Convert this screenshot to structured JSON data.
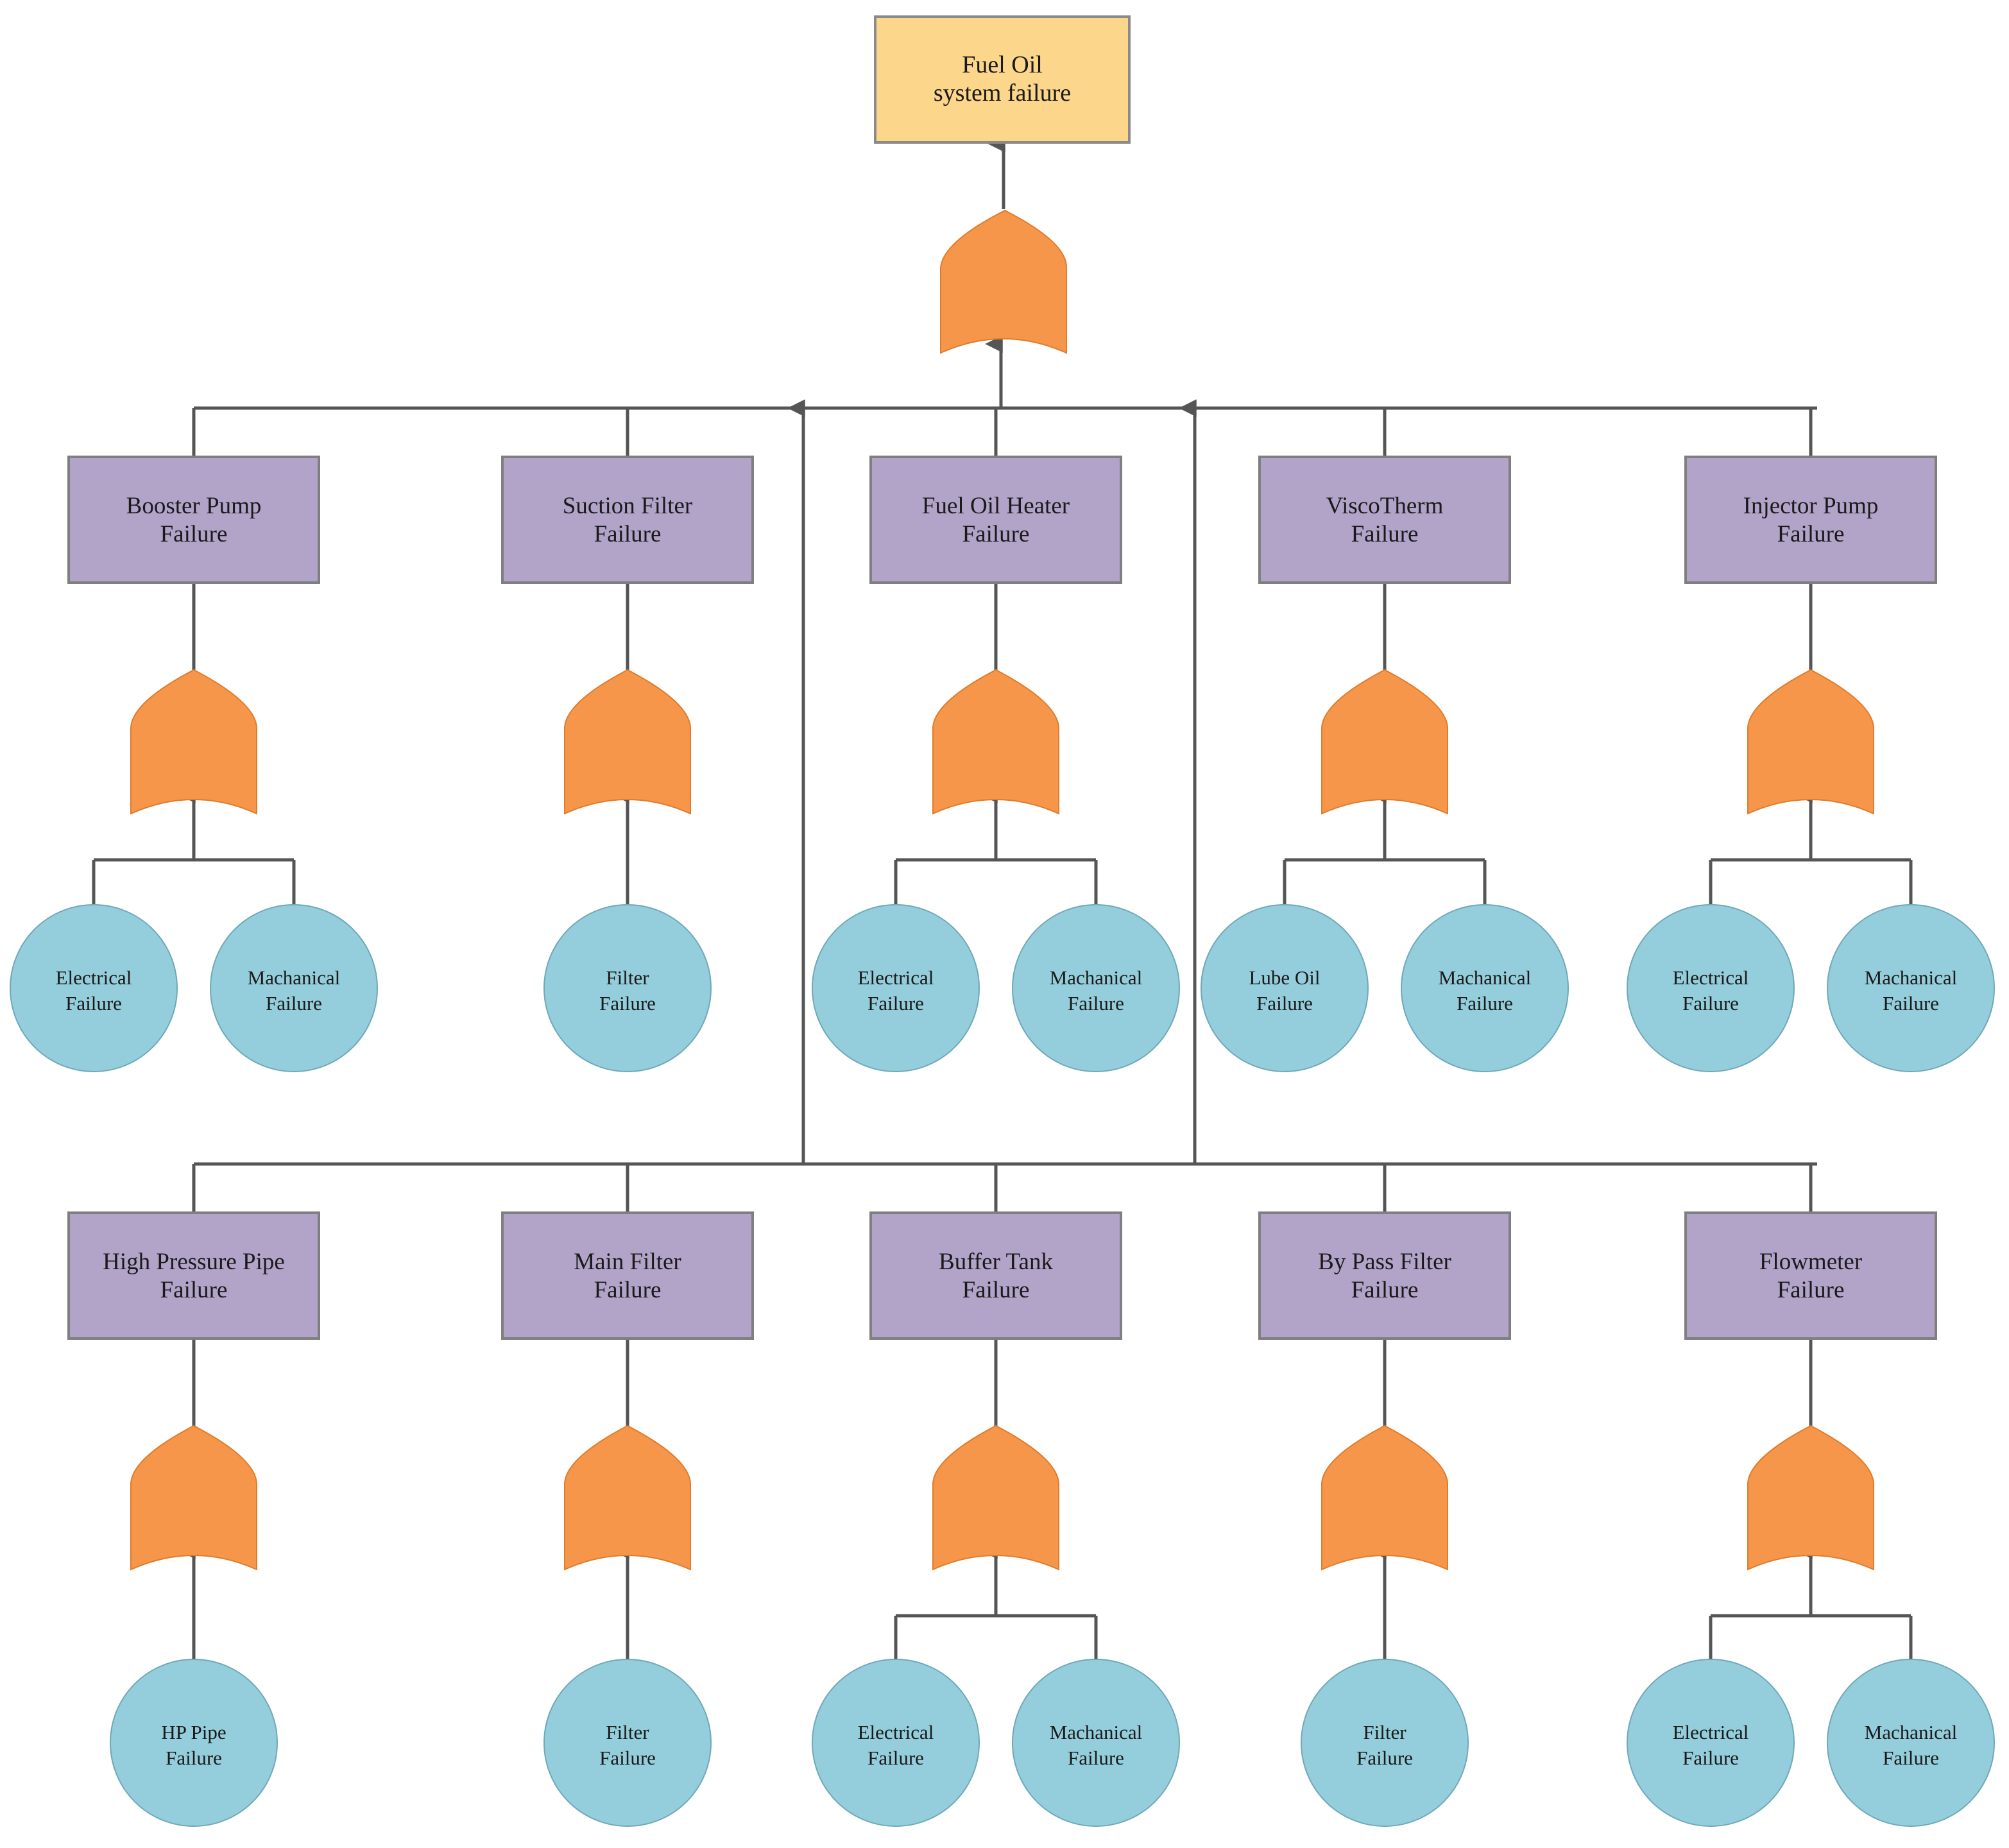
{
  "colors": {
    "top_event": "#fcd68a",
    "intermediate_event": "#b2a4c9",
    "or_gate": "#f5964a",
    "basic_event": "#94cddb",
    "connector": "#555555"
  },
  "top_event": {
    "lines": [
      "Fuel Oil",
      "system failure"
    ]
  },
  "top_gate": {
    "type": "or-gate"
  },
  "rows": [
    {
      "events": [
        {
          "lines": [
            "Booster Pump",
            "Failure"
          ],
          "gate": "or-gate",
          "basics": [
            {
              "lines": [
                "Electrical",
                "Failure"
              ]
            },
            {
              "lines": [
                "Machanical",
                "Failure"
              ]
            }
          ]
        },
        {
          "lines": [
            "Suction Filter",
            "Failure"
          ],
          "gate": "or-gate",
          "basics": [
            {
              "lines": [
                "Filter",
                "Failure"
              ]
            }
          ]
        },
        {
          "lines": [
            "Fuel Oil Heater",
            "Failure"
          ],
          "gate": "or-gate",
          "basics": [
            {
              "lines": [
                "Electrical",
                "Failure"
              ]
            },
            {
              "lines": [
                "Machanical",
                "Failure"
              ]
            }
          ]
        },
        {
          "lines": [
            "ViscoTherm",
            "Failure"
          ],
          "gate": "or-gate",
          "basics": [
            {
              "lines": [
                "Lube Oil",
                "Failure"
              ]
            },
            {
              "lines": [
                "Machanical",
                "Failure"
              ]
            }
          ]
        },
        {
          "lines": [
            "Injector Pump",
            "Failure"
          ],
          "gate": "or-gate",
          "basics": [
            {
              "lines": [
                "Electrical",
                "Failure"
              ]
            },
            {
              "lines": [
                "Machanical",
                "Failure"
              ]
            }
          ]
        }
      ]
    },
    {
      "events": [
        {
          "lines": [
            "High Pressure Pipe",
            "Failure"
          ],
          "gate": "or-gate",
          "basics": [
            {
              "lines": [
                "HP Pipe",
                "Failure"
              ]
            }
          ]
        },
        {
          "lines": [
            "Main Filter",
            "Failure"
          ],
          "gate": "or-gate",
          "basics": [
            {
              "lines": [
                "Filter",
                "Failure"
              ]
            }
          ]
        },
        {
          "lines": [
            "Buffer Tank",
            "Failure"
          ],
          "gate": "or-gate",
          "basics": [
            {
              "lines": [
                "Electrical",
                "Failure"
              ]
            },
            {
              "lines": [
                "Machanical",
                "Failure"
              ]
            }
          ]
        },
        {
          "lines": [
            "By Pass Filter",
            "Failure"
          ],
          "gate": "or-gate",
          "basics": [
            {
              "lines": [
                "Filter",
                "Failure"
              ]
            }
          ]
        },
        {
          "lines": [
            "Flowmeter",
            "Failure"
          ],
          "gate": "or-gate",
          "basics": [
            {
              "lines": [
                "Electrical",
                "Failure"
              ]
            },
            {
              "lines": [
                "Machanical",
                "Failure"
              ]
            }
          ]
        }
      ]
    }
  ]
}
